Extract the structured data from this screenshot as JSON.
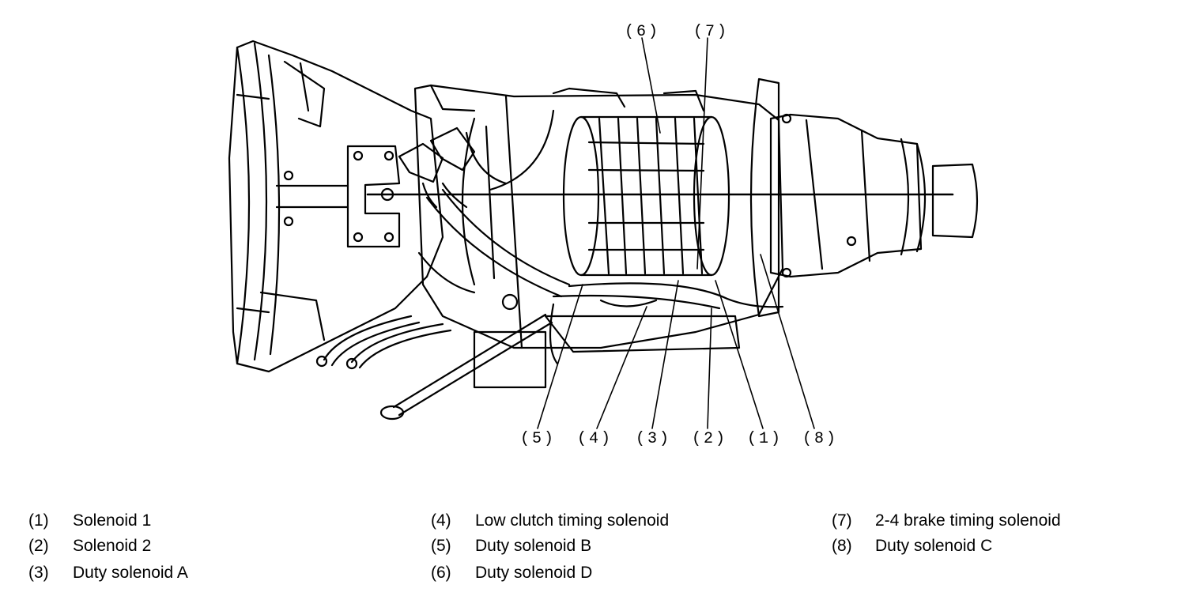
{
  "callouts": {
    "c1": "(1)",
    "c2": "(2)",
    "c3": "(3)",
    "c4": "(4)",
    "c5": "(5)",
    "c6": "(6)",
    "c7": "(7)",
    "c8": "(8)"
  },
  "legend": [
    {
      "num": "(1)",
      "label": "Solenoid 1"
    },
    {
      "num": "(2)",
      "label": "Solenoid 2"
    },
    {
      "num": "(3)",
      "label": "Duty solenoid A"
    },
    {
      "num": "(4)",
      "label": "Low clutch timing solenoid"
    },
    {
      "num": "(5)",
      "label": "Duty solenoid B"
    },
    {
      "num": "(6)",
      "label": "Duty solenoid D"
    },
    {
      "num": "(7)",
      "label": "2-4 brake timing solenoid"
    },
    {
      "num": "(8)",
      "label": "Duty solenoid C"
    }
  ]
}
